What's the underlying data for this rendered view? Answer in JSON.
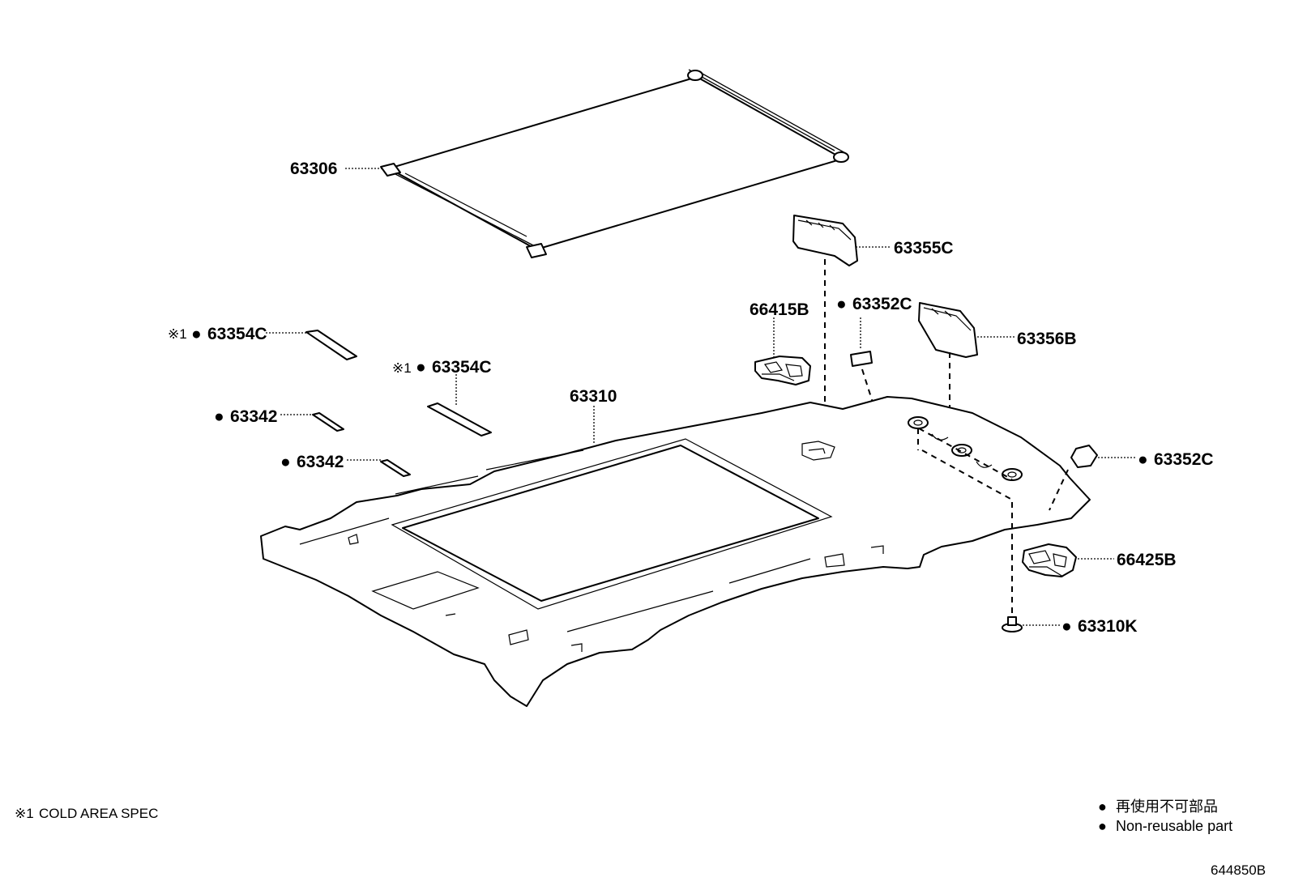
{
  "parts": {
    "p63306": "63306",
    "p63355c": "63355C",
    "p66415b": "66415B",
    "p63352c_top": "63352C",
    "p63356b": "63356B",
    "p63354c_a": "63354C",
    "p63354c_b": "63354C",
    "p63310": "63310",
    "p63342_a": "63342",
    "p63342_b": "63342",
    "p63352c_right": "63352C",
    "p66425b": "66425B",
    "p63310k": "63310K"
  },
  "marks": {
    "cold_area": "※1",
    "non_reusable": "●"
  },
  "footnote": {
    "mark": "※1",
    "text": "COLD AREA SPEC"
  },
  "legend": {
    "japanese": "再使用不可部品",
    "english": "Non-reusable part"
  },
  "diagram_id": "644850B"
}
